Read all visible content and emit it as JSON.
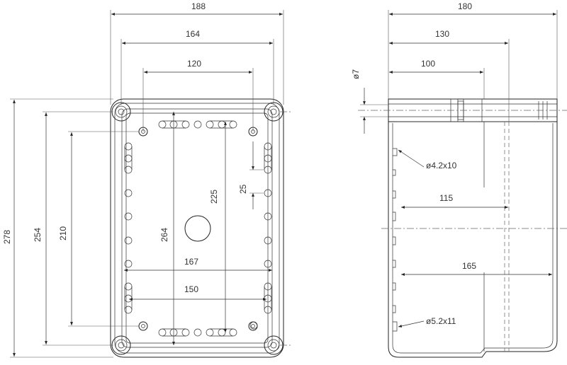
{
  "dimensions": {
    "top_left": [
      "188",
      "164",
      "120"
    ],
    "vertical_left": [
      "278",
      "254",
      "210",
      "264",
      "225",
      "25"
    ],
    "horizontal_inner": [
      "167",
      "150"
    ],
    "top_right": [
      "180",
      "130",
      "100"
    ],
    "side_right": [
      "ø7",
      "115",
      "165"
    ],
    "holes": [
      "ø4.2x10",
      "ø5.2x11"
    ]
  }
}
